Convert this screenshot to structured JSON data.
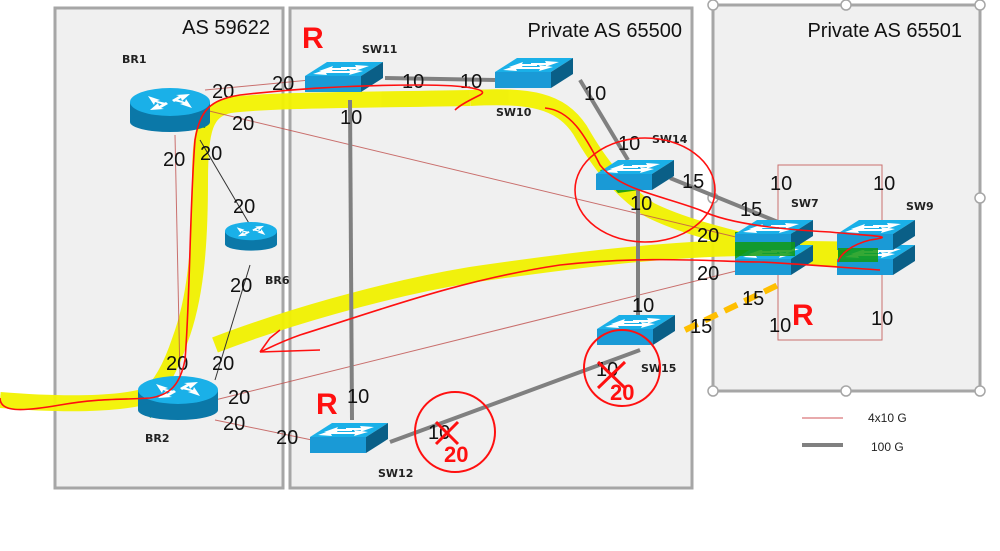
{
  "diagram": {
    "as_regions": [
      {
        "id": "as59622",
        "title": "AS 59622"
      },
      {
        "id": "as65500",
        "title": "Private AS 65500"
      },
      {
        "id": "as65501",
        "title": "Private AS 65501"
      }
    ],
    "nodes": {
      "BR1": {
        "label": "BR1",
        "type": "router"
      },
      "BR2": {
        "label": "BR2",
        "type": "router"
      },
      "BR6": {
        "label": "BR6",
        "type": "router"
      },
      "SW11": {
        "label": "SW11",
        "type": "switch"
      },
      "SW10": {
        "label": "SW10",
        "type": "switch"
      },
      "SW14": {
        "label": "SW14",
        "type": "switch"
      },
      "SW15": {
        "label": "SW15",
        "type": "switch"
      },
      "SW12": {
        "label": "SW12",
        "type": "switch"
      },
      "SW7": {
        "label": "SW7",
        "type": "switch-stack"
      },
      "SW9": {
        "label": "SW9",
        "type": "switch-stack"
      }
    },
    "link_costs": {
      "br1_sw11_a": "20",
      "br1_sw11_b": "20",
      "br1_sw7_a": "20",
      "br1_sw7_b": "20",
      "br1_br2_a": "20",
      "br1_br6_a": "20",
      "br1_br6_b": "20",
      "br6_br2_a": "20",
      "br6_br2_b": "20",
      "br2_br1_b": "20",
      "br2_sw7_a": "20",
      "br2_sw7_b": "20",
      "br2_sw12_a": "20",
      "br2_sw12_b": "20",
      "sw11_sw10_a": "10",
      "sw11_sw10_b": "10",
      "sw11_sw12_a": "10",
      "sw11_sw12_b": "10",
      "sw10_sw14_a": "10",
      "sw10_sw14_b": "10",
      "sw14_sw15_a": "10",
      "sw14_sw15_b": "10",
      "sw14_sw7_a": "15",
      "sw14_sw7_b": "15",
      "sw15_sw7_a": "15",
      "sw15_sw7_b": "15",
      "sw7_sw9_top_a": "10",
      "sw7_sw9_top_b": "10",
      "sw7_sw9_bot_a": "10",
      "sw7_sw9_bot_b": "10",
      "sw12_sw15_a_old": "10",
      "sw12_sw15_b_old": "10"
    },
    "annotations": {
      "r_marks": [
        "R",
        "R",
        "R"
      ],
      "new_cost_sw12": "20",
      "new_cost_sw15": "20"
    },
    "legend": [
      {
        "label": "4x10 G",
        "color": "#d9777a"
      },
      {
        "label": "100 G",
        "color": "#808080"
      }
    ],
    "colors": {
      "region_fill": "#f0f0f0",
      "region_border": "#a6a6a6",
      "link_4x10g": "#c0504d",
      "link_100g": "#808080",
      "device_top": "#1ab0e8",
      "device_side": "#0b78a8",
      "highlight_path": "#f2f200",
      "annotation_red": "#ff1010",
      "dashed_link": "#ffbf00"
    }
  }
}
